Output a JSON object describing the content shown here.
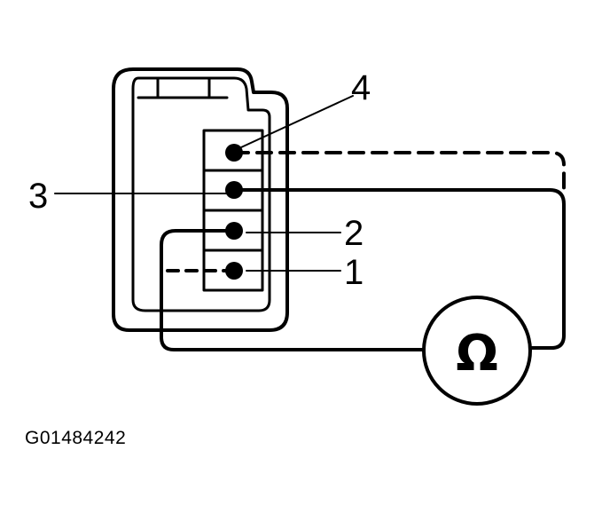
{
  "diagram": {
    "pins": [
      {
        "label": "4"
      },
      {
        "label": "3"
      },
      {
        "label": "2"
      },
      {
        "label": "1"
      }
    ],
    "meter": {
      "symbol": "Ω",
      "icon": "ohmmeter-icon"
    },
    "figure_id": "G01484242"
  }
}
